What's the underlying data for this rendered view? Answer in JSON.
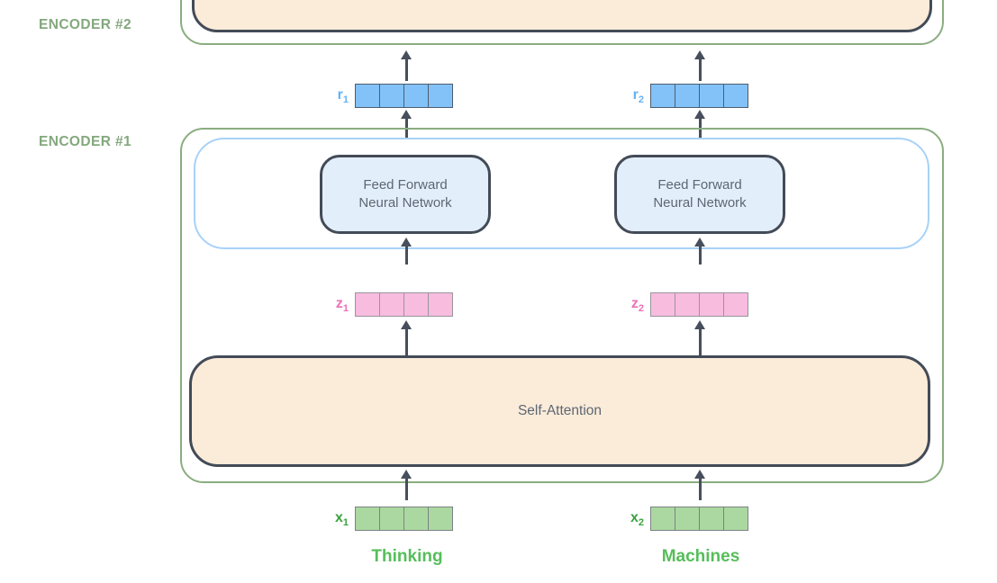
{
  "labels": {
    "encoder2": "ENCODER #2",
    "encoder1": "ENCODER #1"
  },
  "boxes": {
    "feed_forward_line1": "Feed Forward",
    "feed_forward_line2": "Neural Network",
    "self_attention": "Self-Attention"
  },
  "vectors": {
    "r1": {
      "base": "r",
      "sub": "1"
    },
    "r2": {
      "base": "r",
      "sub": "2"
    },
    "z1": {
      "base": "z",
      "sub": "1"
    },
    "z2": {
      "base": "z",
      "sub": "2"
    },
    "x1": {
      "base": "x",
      "sub": "1"
    },
    "x2": {
      "base": "x",
      "sub": "2"
    }
  },
  "words": {
    "w1": "Thinking",
    "w2": "Machines"
  },
  "colors": {
    "encoder_border": "#8aad80",
    "encoder_label": "#83a87d",
    "dark_border": "#434b57",
    "peach_fill": "#fbecd9",
    "ff_fill": "#e3eefb",
    "ff_container_border": "#a8d2f8",
    "box_text": "#5d6675",
    "arrow": "#474e5c",
    "r_fill": "#82c2f8",
    "r_border": "#4d5d6e",
    "r_label": "#64b3f6",
    "z_fill": "#f8bcdf",
    "z_border": "#97969c",
    "z_label": "#ee6fb4",
    "x_fill": "#abd8a0",
    "x_border": "#7b8285",
    "x_label": "#3aa23e",
    "word_color": "#56be5a"
  }
}
